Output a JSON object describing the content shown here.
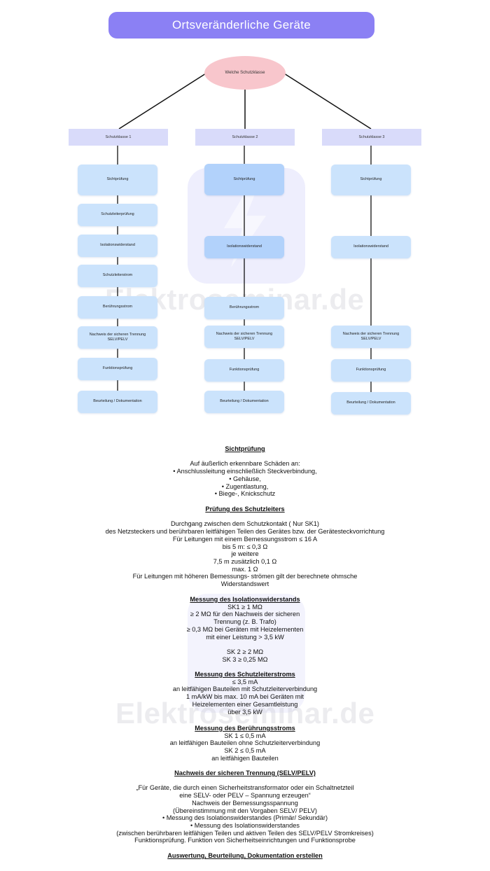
{
  "title": "Ortsveränderliche Geräte",
  "root": "Welche Schutzklasse",
  "classes": {
    "sk1": {
      "label": "Schutzklasse 1",
      "steps": [
        "Sichtprüfung",
        "Schutzleiterprüfung",
        "Isolationswiderstand",
        "Schutzleiterstrom",
        "Berührungsstrom",
        "Nachweis der sicheren Trennung\nSELV/PELV",
        "Funktionsprüfung",
        "Beurteilung / Dokumentation"
      ]
    },
    "sk2": {
      "label": "Schutzklasse 2",
      "steps": [
        "Sichtprüfung",
        "Isolationswiderstand",
        "Berührungsstrom",
        "Nachweis der sicheren Trennung\nSELV/PELV",
        "Funktionsprüfung",
        "Beurteilung / Dokumentation"
      ]
    },
    "sk3": {
      "label": "Schutzklasse 3",
      "steps": [
        "Sichtprüfung",
        "Isolationswiderstand",
        "Nachweis der sicheren Trennung\nSELV/PELV",
        "Funktionsprüfung",
        "Beurteilung / Dokumentation"
      ]
    }
  },
  "watermark": "Elektroseminar.de",
  "colors": {
    "title_bg": "#8b80f4",
    "root_bg": "#f8c6cc",
    "class_bg": "#d9dbfa",
    "node_bg": "#cbe3fc"
  },
  "sections": [
    {
      "title": "Sichtprüfung",
      "lines": [
        "Auf äußerlich erkennbare Schäden an:",
        "• Anschlussleitung einschließlich Steckverbindung,",
        "• Gehäuse,",
        "• Zugentlastung,",
        "• Biege-, Knickschutz"
      ]
    },
    {
      "title": "Prüfung des Schutzleiters",
      "lines": [
        "",
        "Durchgang zwischen dem Schutzkontakt ( Nur SK1)",
        "des Netzsteckers und berührbaren leitfähigen Teilen des Gerätes bzw. der Gerätesteckvorrichtung",
        "Für Leitungen mit einem Bemessungsstrom ≤ 16 A",
        "bis 5 m: ≤ 0,3 Ω",
        "je weitere",
        "7,5 m zusätzlich 0,1 Ω",
        "max. 1 Ω",
        "Für Leitungen mit höheren Bemessungs- strömen gilt der berechnete ohmsche",
        "Widerstandswert"
      ]
    },
    {
      "title": "Messung des Isolationswiderstands",
      "lines": [
        "SK1 ≥ 1 MΩ",
        "≥ 2 MΩ für den Nachweis der sicheren",
        "Trennung (z. B. Trafo)",
        "≥ 0,3 MΩ bei Geräten mit Heizelementen",
        "mit einer Leistung > 3,5 kW",
        "",
        "SK 2 ≥ 2 MΩ",
        "SK 3 ≥ 0,25 MΩ"
      ]
    },
    {
      "title": "Messung des Schutzleiterstroms",
      "lines": [
        "≤ 3,5 mA",
        "an leitfähigen Bauteilen mit Schutzleiterverbindung",
        "1 mA/kW bis max. 10 mA bei Geräten mit",
        "Heizelementen einer Gesamtleistung",
        "über 3,5 kW"
      ]
    },
    {
      "title": "Messung des Berührungsstroms",
      "lines": [
        "SK 1 ≤ 0,5 mA",
        "an leitfähigen Bauteilen ohne Schutzleiterverbindung",
        "SK 2 ≤ 0,5 mA",
        "an leitfähigen Bauteilen"
      ]
    },
    {
      "title": "Nachweis der sicheren Trennung (SELV/PELV)",
      "lines": [
        "",
        "„Für Geräte, die durch einen Sicherheitstransformator oder ein Schaltnetzteil",
        "eine SELV- oder PELV – Spannung erzeugen“",
        "Nachweis der Bemessungsspannung",
        "(Übereinstimmung mit den Vorgaben SELV/ PELV)",
        "• Messung des Isolationswiderstandes (Primär/ Sekundär)",
        "• Messung des Isolationswiderstandes",
        "(zwischen berührbaren leitfähigen Teilen und aktiven Teilen des SELV/PELV Stromkreises)",
        "Funktionsprüfung. Funktion von Sicherheitseinrichtungen und Funktionsprobe"
      ]
    },
    {
      "title": "Auswertung, Beurteilung, Dokumentation erstellen",
      "lines": []
    }
  ]
}
